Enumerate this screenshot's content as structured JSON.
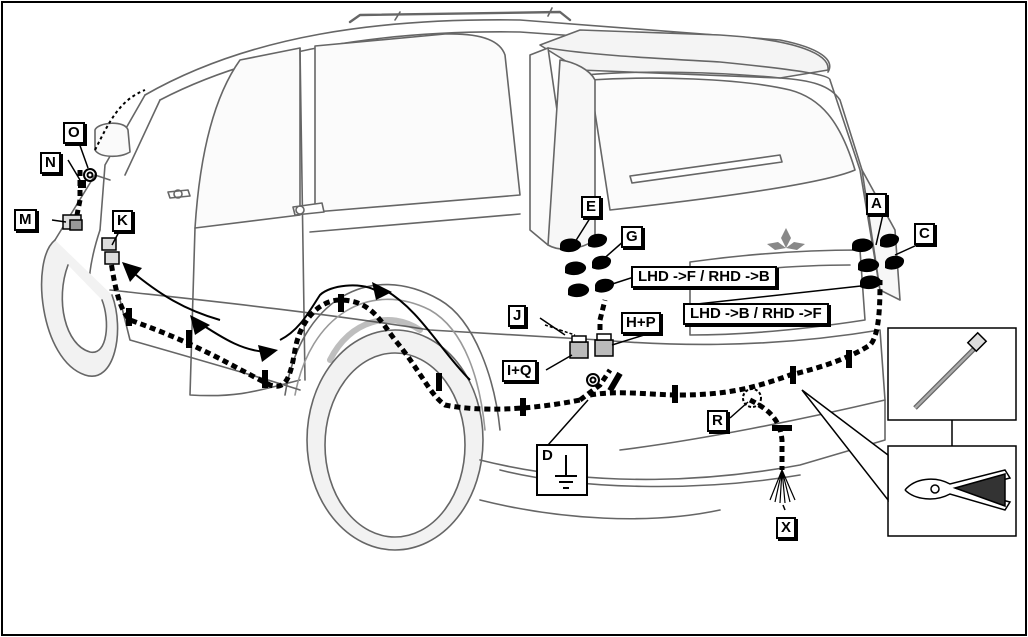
{
  "labels": {
    "a": "A",
    "c": "C",
    "d": "D",
    "e": "E",
    "g": "G",
    "hp": "H+P",
    "iq": "I+Q",
    "j": "J",
    "k": "K",
    "m": "M",
    "n": "N",
    "o": "O",
    "r": "R",
    "x": "X",
    "lhd_f_rhd_b": "LHD ->F  / RHD ->B",
    "lhd_b_rhd_f": "LHD ->B  / RHD ->F"
  },
  "icons": [
    "car-outline",
    "ground-symbol",
    "cable-tie-icon",
    "side-cutter-pliers-icon",
    "connector-icon"
  ]
}
